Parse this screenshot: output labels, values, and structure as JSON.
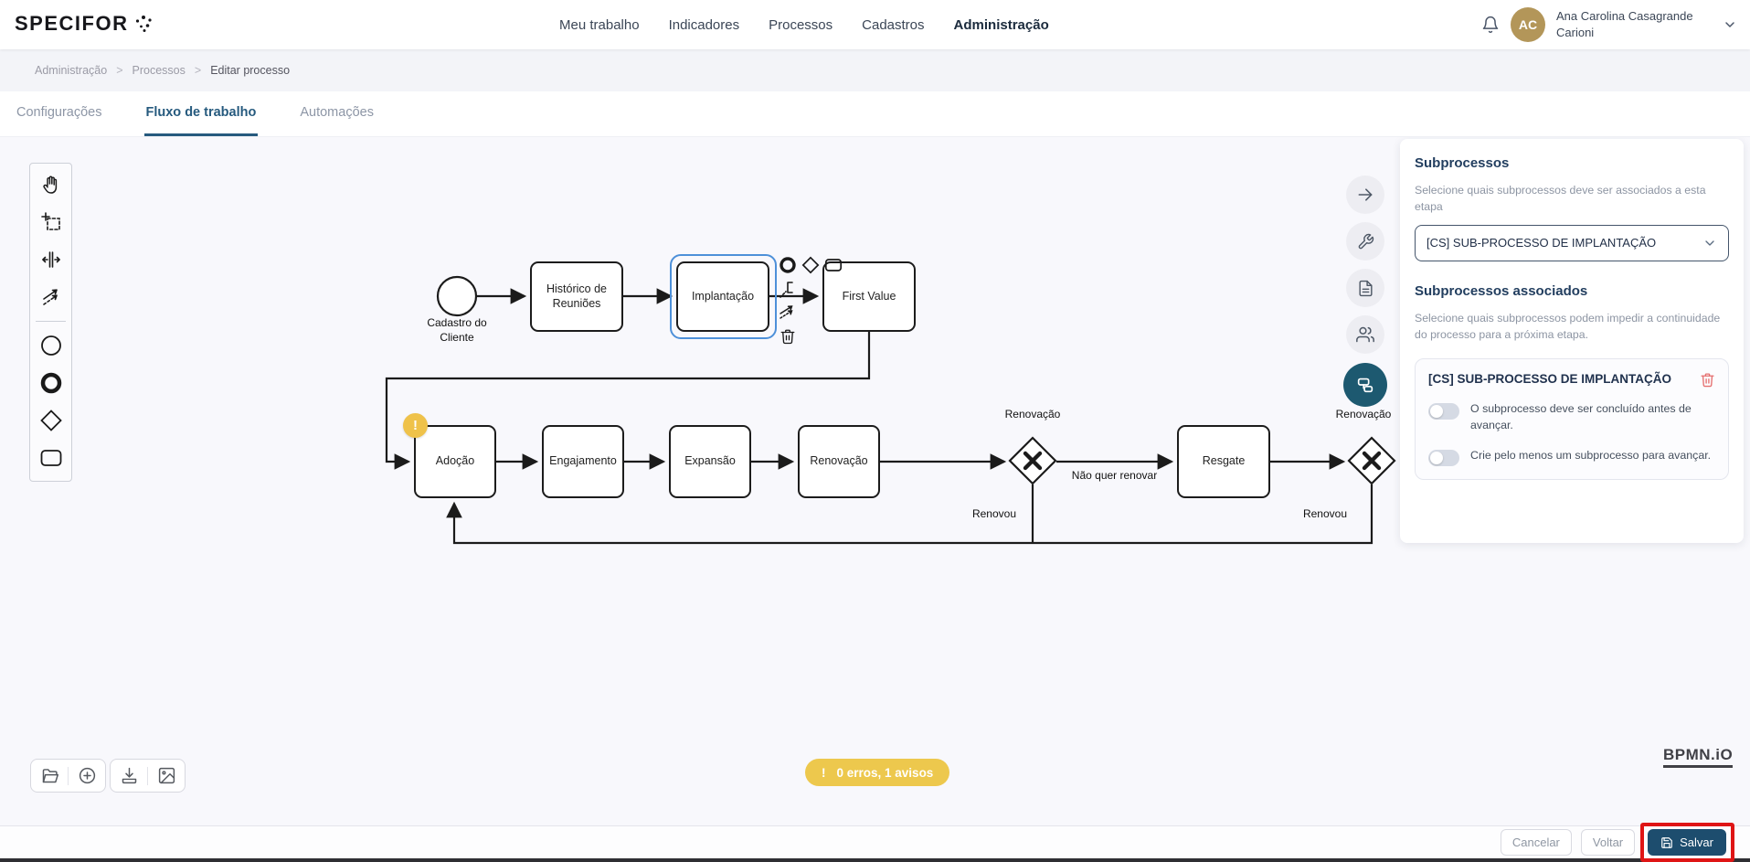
{
  "header": {
    "logo_text": "SPECIFOR",
    "nav": [
      {
        "label": "Meu trabalho",
        "active": false
      },
      {
        "label": "Indicadores",
        "active": false
      },
      {
        "label": "Processos",
        "active": false
      },
      {
        "label": "Cadastros",
        "active": false
      },
      {
        "label": "Administração",
        "active": true
      }
    ],
    "user": {
      "initials": "AC",
      "name": "Ana Carolina Casagrande Carioni"
    }
  },
  "breadcrumb": {
    "items": [
      "Administração",
      "Processos",
      "Editar processo"
    ],
    "separator": ">"
  },
  "tabs": [
    {
      "label": "Configurações",
      "active": false
    },
    {
      "label": "Fluxo de trabalho",
      "active": true
    },
    {
      "label": "Automações",
      "active": false
    }
  ],
  "palette": {
    "tools": [
      "hand-tool-icon",
      "lasso-tool-icon",
      "space-tool-icon",
      "global-connect-tool-icon",
      "start-event-shape-icon",
      "end-event-shape-icon",
      "gateway-shape-icon",
      "task-shape-icon"
    ]
  },
  "diagram": {
    "start_event": {
      "label": "Cadastro do Cliente"
    },
    "tasks": [
      {
        "label": "Histórico de Reuniões"
      },
      {
        "label": "Implantação",
        "selected": true
      },
      {
        "label": "First Value"
      },
      {
        "label": "Adoção",
        "warning": true
      },
      {
        "label": "Engajamento"
      },
      {
        "label": "Expansão"
      },
      {
        "label": "Renovação"
      },
      {
        "label": "Resgate"
      }
    ],
    "gateways": [
      {
        "label": "Renovação"
      },
      {
        "label": "Renovação"
      }
    ],
    "edge_labels": [
      {
        "label": "Não quer renovar"
      },
      {
        "label": "Renovou"
      },
      {
        "label": "Renovou"
      }
    ],
    "warning_badge": "!"
  },
  "rail": {
    "icons": [
      "arrow-right-icon",
      "wrench-icon",
      "document-icon",
      "users-icon",
      "subprocess-icon"
    ],
    "active": "subprocess-icon"
  },
  "panel": {
    "title": "Subprocessos",
    "select_hint": "Selecione quais subprocessos deve ser associados a esta etapa",
    "select_value": "[CS] SUB-PROCESSO DE IMPLANTAÇÃO",
    "associated_title": "Subprocessos associados",
    "associated_hint": "Selecione quais subprocessos podem impedir a continuidade do processo para a próxima etapa.",
    "card": {
      "title": "[CS] SUB-PROCESSO DE IMPLANTAÇÃO",
      "toggles": [
        {
          "label": "O subprocesso deve ser concluído antes de avançar.",
          "on": false
        },
        {
          "label": "Crie pelo menos um subprocesso para avançar.",
          "on": false
        }
      ]
    }
  },
  "status": {
    "icon": "!",
    "text": "0 erros, 1 avisos"
  },
  "bpmn_logo": "BPMN.iO",
  "footer": {
    "cancel": "Cancelar",
    "back": "Voltar",
    "save": "Salvar"
  },
  "colors": {
    "accent_navy": "#1d4d6e",
    "rail_active_teal": "#1d5970",
    "warning_yellow": "#edc84d",
    "annotation_red": "#df1515",
    "avatar_gold": "#b39659",
    "selection_blue": "#4d90d9",
    "canvas_bg": "#f8f8fc"
  }
}
